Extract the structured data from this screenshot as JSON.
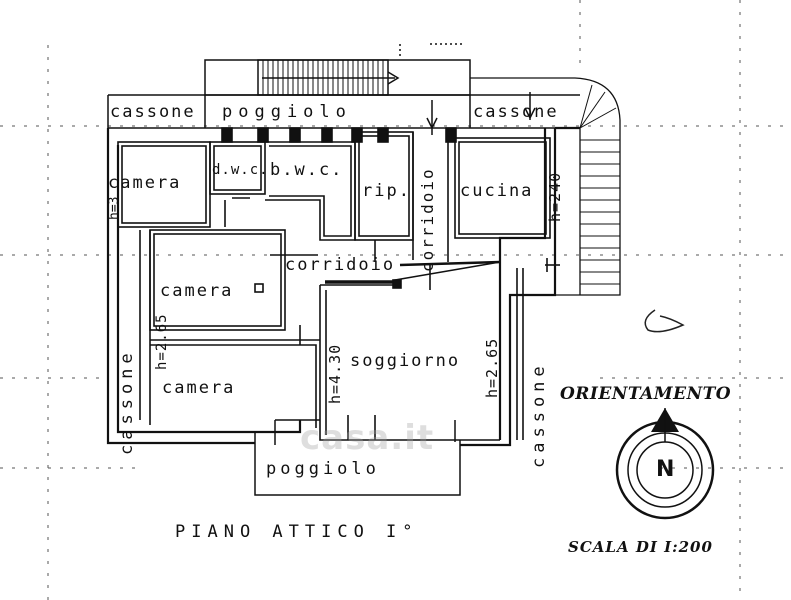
{
  "plan": {
    "labels": {
      "cassone_top_left": "cassone",
      "poggiolo_top": "poggiolo",
      "cassone_top_right": "cassone",
      "camera_top_left": "camera",
      "dwc": "d.w.c.",
      "bwc": "b.w.c.",
      "rip": "rip.",
      "corridoio_vertical": "corridoio",
      "cucina": "cucina",
      "h_cucina": "h=240",
      "h_camera_top": "h=3",
      "corridoio_horizontal": "corridoio",
      "camera_middle": "camera",
      "h_camera_middle": "h=2.65",
      "camera_bottom": "camera",
      "soggiorno": "soggiorno",
      "h_soggiorno_left": "h=4.30",
      "h_soggiorno_right": "h=2.65",
      "cassone_left": "cassone",
      "cassone_right": "cassone",
      "poggiolo_bottom": "poggiolo",
      "piano_attico": "PIANO ATTICO I°",
      "orientamento": "ORIENTAMENTO",
      "north": "N",
      "scala": "SCALA DI I:200",
      "watermark": "casa.it"
    }
  }
}
